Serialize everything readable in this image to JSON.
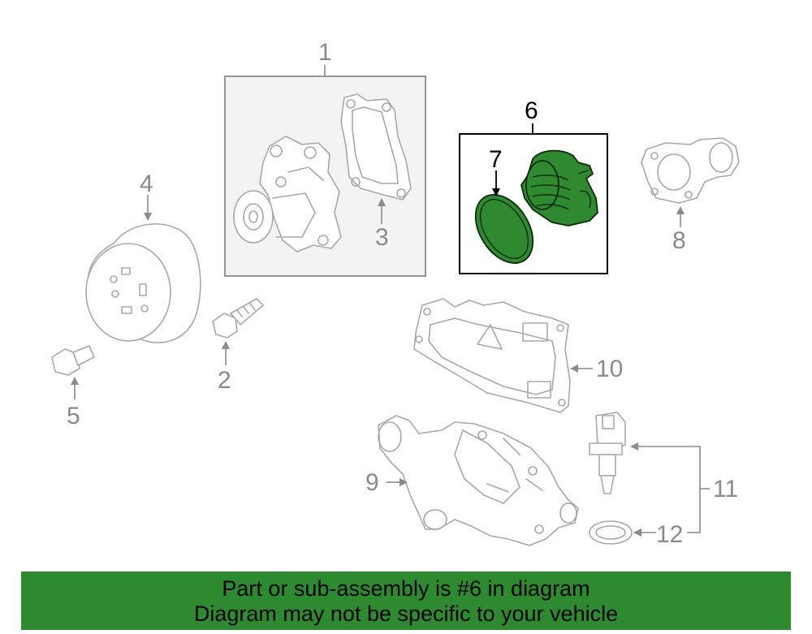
{
  "callouts": {
    "c1": "1",
    "c2": "2",
    "c3": "3",
    "c4": "4",
    "c5": "5",
    "c6": "6",
    "c7": "7",
    "c8": "8",
    "c9": "9",
    "c10": "10",
    "c11": "11",
    "c12": "12"
  },
  "highlight_color": "#2e8a2e",
  "highlighted_part": "6",
  "banner": {
    "line1": "Part or sub-assembly is #6 in diagram",
    "line2": "Diagram may not be specific to your vehicle"
  }
}
